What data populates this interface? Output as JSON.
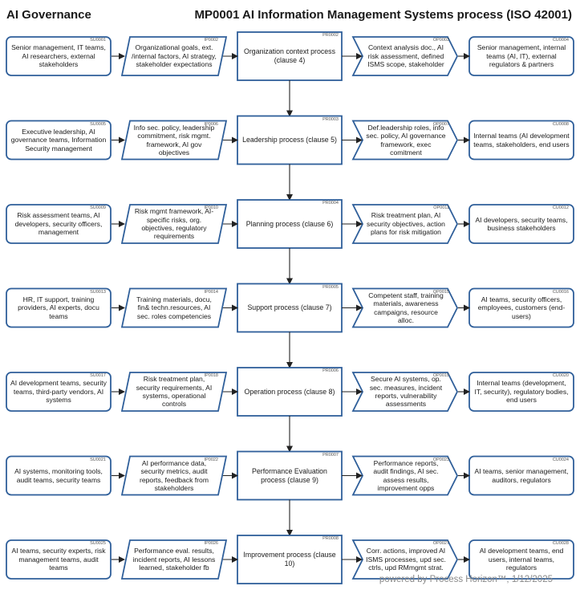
{
  "header": {
    "left_title": "AI Governance",
    "right_title": "MP0001 AI Information Management Systems process (ISO 42001)"
  },
  "footer": "powered by Process Horizon™, 1/12/2025",
  "colors": {
    "stroke": "#2f5f9a",
    "fill": "#ffffff",
    "arrow": "#222222"
  },
  "rows": [
    {
      "supplier": {
        "code": "SU0001",
        "text": "Senior management, IT teams, AI researchers, external stakeholders"
      },
      "input": {
        "code": "IP0002",
        "text": "Organizational goals, ext. /internal factors, AI strategy, stakeholder expectations"
      },
      "process": {
        "code": "PR0002",
        "text": "Organization context process (clause 4)"
      },
      "output": {
        "code": "OP0003",
        "text": "Context analysis doc., AI risk assessment, defined ISMS scope, stakeholder"
      },
      "customer": {
        "code": "CU0004",
        "text": "Senior management, internal teams (AI, IT), external regulators & partners"
      }
    },
    {
      "supplier": {
        "code": "SU0005",
        "text": "Executive leadership, AI governance teams, Information Security management"
      },
      "input": {
        "code": "IP0006",
        "text": "Info sec. policy, leadership commitment, risk mgmt. framework, AI gov objectives"
      },
      "process": {
        "code": "PR0003",
        "text": "Leadership process (clause 5)"
      },
      "output": {
        "code": "OP0007",
        "text": "Def.leadership roles, info sec. policy, AI governance framework, exec comitment"
      },
      "customer": {
        "code": "CU0008",
        "text": "Internal teams (AI development teams, stakeholders, end users"
      }
    },
    {
      "supplier": {
        "code": "SU0009",
        "text": "Risk assessment teams, AI developers, security officers, management"
      },
      "input": {
        "code": "IP0010",
        "text": "Risk mgmt framework, AI-specific risks, org. objectives, regulatory requirements"
      },
      "process": {
        "code": "PR0004",
        "text": "Planning process (clause 6)"
      },
      "output": {
        "code": "OP0011",
        "text": "Risk treatment plan, AI security objectives, action plans for risk mitigation"
      },
      "customer": {
        "code": "CU0012",
        "text": "AI developers, security teams, business stakeholders"
      }
    },
    {
      "supplier": {
        "code": "SU0013",
        "text": "HR, IT support, training providers, AI experts, docu teams"
      },
      "input": {
        "code": "IP0014",
        "text": "Training materials, docu, fin& techn.resources, AI sec. roles competencies"
      },
      "process": {
        "code": "PR0005",
        "text": "Support process (clause 7)"
      },
      "output": {
        "code": "OP0015",
        "text": "Competent staff, training materials, awareness campaigns, resource alloc."
      },
      "customer": {
        "code": "CU0016",
        "text": "AI teams, security officers, employees, customers (end-users)"
      }
    },
    {
      "supplier": {
        "code": "SU0017",
        "text": "AI development teams, security teams, third-party vendors, AI systems"
      },
      "input": {
        "code": "IP0018",
        "text": "Risk treatment plan, security requirements, AI systems, operational controls"
      },
      "process": {
        "code": "PR0006",
        "text": "Operation process (clause 8)"
      },
      "output": {
        "code": "OP0019",
        "text": "Secure AI systems, op. sec. measures, incident reports, vulnerability assessments"
      },
      "customer": {
        "code": "CU0020",
        "text": "Internal teams (development, IT, security), regulatory bodies, end users"
      }
    },
    {
      "supplier": {
        "code": "SU0021",
        "text": "AI systems, monitoring tools, audit teams, security teams"
      },
      "input": {
        "code": "IP0022",
        "text": "AI performance data, security metrics, audit reports, feedback from stakeholders"
      },
      "process": {
        "code": "PR0007",
        "text": "Performance Evaluation process (clause 9)"
      },
      "output": {
        "code": "OP0023",
        "text": "Performance reports, audit findings, AI sec. assess results, improvement opps"
      },
      "customer": {
        "code": "CU0024",
        "text": "AI teams, senior management, auditors, regulators"
      }
    },
    {
      "supplier": {
        "code": "SU0025",
        "text": "AI teams, security experts, risk management teams, audit teams"
      },
      "input": {
        "code": "IP0026",
        "text": "Performance eval. results, incident reports, AI lessons learned, stakeholder fb"
      },
      "process": {
        "code": "PR0008",
        "text": "Improvement process (clause 10)"
      },
      "output": {
        "code": "OP0027",
        "text": "Corr. actions, improved AI ISMS processes, upd sec. ctrls, upd RMmgmt strat."
      },
      "customer": {
        "code": "CU0028",
        "text": "AI development teams, end users, internal teams, regulators"
      }
    }
  ]
}
